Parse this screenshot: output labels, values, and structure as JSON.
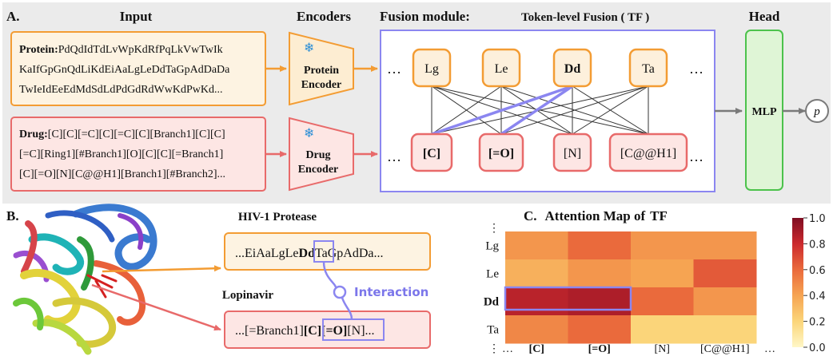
{
  "panelA": {
    "label": "A.",
    "input_title": "Input",
    "encoders_title": "Encoders",
    "fusion_title": "Fusion module:",
    "fusion_subtitle": "Token-level Fusion ( TF )",
    "head_title": "Head",
    "protein_label": "Protein:",
    "protein_seq": [
      "PdQdIdTdLvWpKdRfPqLkVwTwIk",
      "KaIfGpGnQdLiKdEiAaLgLeDdTaGpAdDaDa",
      "TwIeIdEeEdMdSdLdPdGdRdWwKdPwKd..."
    ],
    "drug_label": "Drug:",
    "drug_seq": [
      "[C][C][=C][C][=C][C][Branch1][C][C]",
      "[=C][Ring1][#Branch1][O][C][C][=Branch1]",
      "[C][=O][N][C@@H1][Branch1][#Branch2]..."
    ],
    "protein_encoder": [
      "Protein",
      "Encoder"
    ],
    "drug_encoder": [
      "Drug",
      "Encoder"
    ],
    "snowflake": "❄",
    "protein_tokens": [
      "Lg",
      "Le",
      "Dd",
      "Ta"
    ],
    "drug_tokens": [
      "[C]",
      "[=O]",
      "[N]",
      "[C@@H1]"
    ],
    "ellipsis": "…",
    "mlp": "MLP",
    "output": "p",
    "colors": {
      "protein": "#f39c33",
      "drug": "#e86a6a",
      "fusion": "#8b86f0",
      "head": "#4cc24c",
      "highlight": "#8b86f0"
    }
  },
  "panelB": {
    "label": "B.",
    "protein_name": "HIV-1 Protease",
    "protein_pre": "...EiAaLgLe",
    "protein_bold": "Dd",
    "protein_post": "TaGpAdDa...",
    "drug_name": "Lopinavir",
    "drug_pre": "...[=Branch1]",
    "drug_bold1": "[C]",
    "drug_bold2": "[=O]",
    "drug_post": "[N]...",
    "interaction": "Interaction"
  },
  "panelC": {
    "label": "C.",
    "title": "Attention Map of",
    "title_bold": "TF",
    "colorbar_ticks": [
      "1.0",
      "0.8",
      "0.6",
      "0.4",
      "0.2",
      "0.0"
    ],
    "dots": "⋮"
  },
  "chart_data": {
    "type": "heatmap",
    "title": "Attention Map of TF",
    "rows": [
      "Lg",
      "Le",
      "Dd",
      "Ta"
    ],
    "cols": [
      "[C]",
      "[=O]",
      "[N]",
      "[C@@H1]"
    ],
    "values": [
      [
        0.45,
        0.6,
        0.45,
        0.45
      ],
      [
        0.35,
        0.45,
        0.4,
        0.65
      ],
      [
        0.85,
        0.88,
        0.6,
        0.45
      ],
      [
        0.5,
        0.6,
        0.2,
        0.2
      ]
    ],
    "colorbar_range": [
      0.0,
      1.0
    ],
    "highlight": {
      "row": "Dd",
      "cols": [
        "[C]",
        "[=O]"
      ]
    }
  }
}
